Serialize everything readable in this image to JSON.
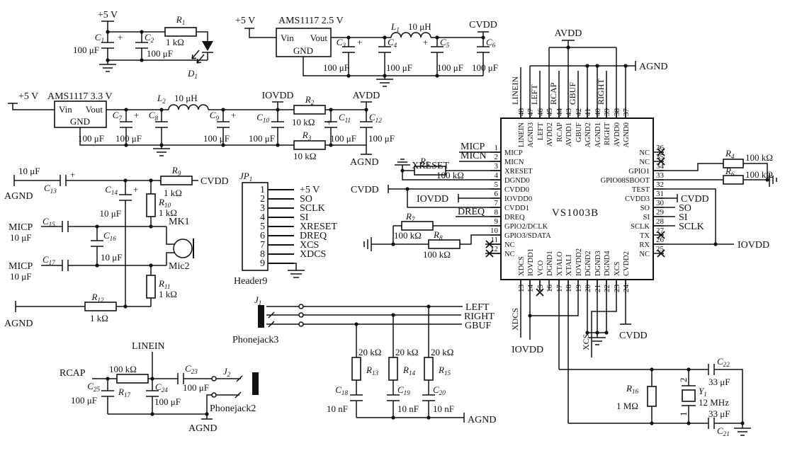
{
  "symbols": {
    "plus": "+"
  },
  "power_led": {
    "v5": "+5 V",
    "c1": "C1",
    "c2": "C2",
    "cap_value": "100 μF",
    "r1": "R1",
    "r1_value": "1 kΩ",
    "d1": "D1"
  },
  "reg25": {
    "v5": "+5 V",
    "chip": "AMS1117  2.5 V",
    "vin": "Vin",
    "vout": "Vout",
    "gnd": "GND",
    "l1": "L1",
    "l1_value": "10 μH",
    "c3": "C3",
    "c4": "C4",
    "c5": "C5",
    "c6": "C6",
    "cap_value": "100 μF",
    "cvdd": "CVDD"
  },
  "reg33": {
    "v5": "+5 V",
    "chip": "AMS1117  3.3 V",
    "vin": "Vin",
    "vout": "Vout",
    "gnd": "GND",
    "l2": "L2",
    "l2_value": "10 μH",
    "c7": "C7",
    "c8": "C8",
    "c9": "C9",
    "c10": "C10",
    "c11": "C11",
    "c12": "C12",
    "cap_value": "100 μF",
    "r2": "R2",
    "r3": "R3",
    "r_value": "10 kΩ",
    "iovdd": "IOVDD",
    "avdd": "AVDD",
    "agnd": "AGND"
  },
  "mic": {
    "agnd": "AGND",
    "c13": "C13",
    "c14": "C14",
    "c15": "C15",
    "c16": "C16",
    "c17": "C17",
    "cap_value": "10 μF",
    "r9": "R9",
    "r10": "R10",
    "r11": "R11",
    "r12": "R12",
    "r_value": "1 kΩ",
    "cvdd": "CVDD",
    "micp": "MICP",
    "mk1": "MK1",
    "mic2": "Mic2"
  },
  "jp1": {
    "ref": "JP1",
    "name": "Header9",
    "pins": [
      {
        "num": "1",
        "label": "+5 V"
      },
      {
        "num": "2",
        "label": "SO"
      },
      {
        "num": "3",
        "label": "SCLK"
      },
      {
        "num": "4",
        "label": "SI"
      },
      {
        "num": "5",
        "label": "XRESET"
      },
      {
        "num": "6",
        "label": "DREQ"
      },
      {
        "num": "7",
        "label": "XCS"
      },
      {
        "num": "8",
        "label": "XDCS"
      },
      {
        "num": "9",
        "label": ""
      }
    ]
  },
  "ic": {
    "part": "VS1003B",
    "left": [
      {
        "num": "1",
        "name": "MICP"
      },
      {
        "num": "2",
        "name": "MICN"
      },
      {
        "num": "3",
        "name": "XRESET"
      },
      {
        "num": "4",
        "name": "DGND0"
      },
      {
        "num": "5",
        "name": "CVDD0"
      },
      {
        "num": "6",
        "name": "IOVDD0"
      },
      {
        "num": "7",
        "name": "CVDD1"
      },
      {
        "num": "8",
        "name": "DREQ"
      },
      {
        "num": "9",
        "name": "GPIO2/DCLK"
      },
      {
        "num": "10",
        "name": "GPIO3/SDATA"
      },
      {
        "num": "11",
        "name": "NC"
      },
      {
        "num": "12",
        "name": "NC"
      }
    ],
    "right": [
      {
        "num": "36",
        "name": "NC"
      },
      {
        "num": "35",
        "name": "NC"
      },
      {
        "num": "34",
        "name": "GPIO1"
      },
      {
        "num": "33",
        "name": "GPIO08SBOOT"
      },
      {
        "num": "32",
        "name": "TEST"
      },
      {
        "num": "31",
        "name": "CVDD3"
      },
      {
        "num": "30",
        "name": "SO"
      },
      {
        "num": "29",
        "name": "SI"
      },
      {
        "num": "28",
        "name": "SCLK"
      },
      {
        "num": "27",
        "name": "TX"
      },
      {
        "num": "26",
        "name": "RX"
      },
      {
        "num": "25",
        "name": "NC"
      }
    ],
    "top": [
      {
        "num": "48",
        "name": "LINEIN"
      },
      {
        "num": "47",
        "name": "AGND3"
      },
      {
        "num": "46",
        "name": "LEFT"
      },
      {
        "num": "45",
        "name": "AVDD2"
      },
      {
        "num": "44",
        "name": "RCAP"
      },
      {
        "num": "43",
        "name": "AVDD1"
      },
      {
        "num": "42",
        "name": "GBUF"
      },
      {
        "num": "41",
        "name": "AGND2"
      },
      {
        "num": "40",
        "name": "AGND1"
      },
      {
        "num": "39",
        "name": "RIGHT"
      },
      {
        "num": "38",
        "name": "AVDD0"
      },
      {
        "num": "37",
        "name": "AGND0"
      }
    ],
    "bottom": [
      {
        "num": "13",
        "name": "XDCS"
      },
      {
        "num": "14",
        "name": "IOVDD1"
      },
      {
        "num": "15",
        "name": "VCO"
      },
      {
        "num": "16",
        "name": "DGND1"
      },
      {
        "num": "17",
        "name": "XTALO"
      },
      {
        "num": "18",
        "name": "XTALI"
      },
      {
        "num": "19",
        "name": "IOVDD2"
      },
      {
        "num": "20",
        "name": "DGND2"
      },
      {
        "num": "21",
        "name": "DGND3"
      },
      {
        "num": "22",
        "name": "DGND4"
      },
      {
        "num": "23",
        "name": "XCS"
      },
      {
        "num": "24",
        "name": "CVDD2"
      }
    ]
  },
  "ic_left": {
    "micp": "MICP",
    "micn": "MICN",
    "xreset": "XRESET",
    "r5": "R5",
    "r5_value": "100 kΩ",
    "cvdd": "CVDD",
    "iovdd": "IOVDD",
    "dreq": "DREQ",
    "r7": "R7",
    "r7_value": "100 kΩ",
    "r8": "R8",
    "r8_value": "100 kΩ"
  },
  "ic_right": {
    "r4": "R4",
    "r4_value": "100 kΩ",
    "r6": "R6",
    "r6_value": "100 kΩ",
    "cvdd": "CVDD",
    "so": "SO",
    "si": "SI",
    "sclk": "SCLK",
    "iovdd": "IOVDD"
  },
  "ic_top": {
    "avdd": "AVDD",
    "agnd": "AGND",
    "linein": "LINEIN",
    "left": "LEFT",
    "rcap": "RCAP",
    "gbuf": "GBUF",
    "right": "RIGHT"
  },
  "ic_bottom": {
    "xdcs": "XDCS",
    "iovdd": "IOVDD",
    "xcs": "XCS",
    "cvdd": "CVDD"
  },
  "xtal": {
    "r16": "R16",
    "r16_value": "1 MΩ",
    "y1": "Y1",
    "freq": "12 MHz",
    "c21": "C21",
    "c22": "C22",
    "cap_value": "33 μF",
    "pin2": "2",
    "pin1": "1"
  },
  "jack3": {
    "j1": "J1",
    "name": "Phonejack3",
    "left": "LEFT",
    "right": "RIGHT",
    "gbuf": "GBUF",
    "r13": "R13",
    "r14": "R14",
    "r15": "R15",
    "r_value": "20 kΩ",
    "c18": "C18",
    "c19": "C19",
    "c20": "C20",
    "cap_value": "10 nF",
    "agnd": "AGND"
  },
  "jack2": {
    "linein": "LINEIN",
    "rcap": "RCAP",
    "r17": "R17",
    "r17_value": "100 kΩ",
    "c23": "C23",
    "c24": "C24",
    "c25": "C25",
    "cap_value": "100 μF",
    "j2": "J2",
    "name": "Phonejack2",
    "agnd": "AGND"
  }
}
